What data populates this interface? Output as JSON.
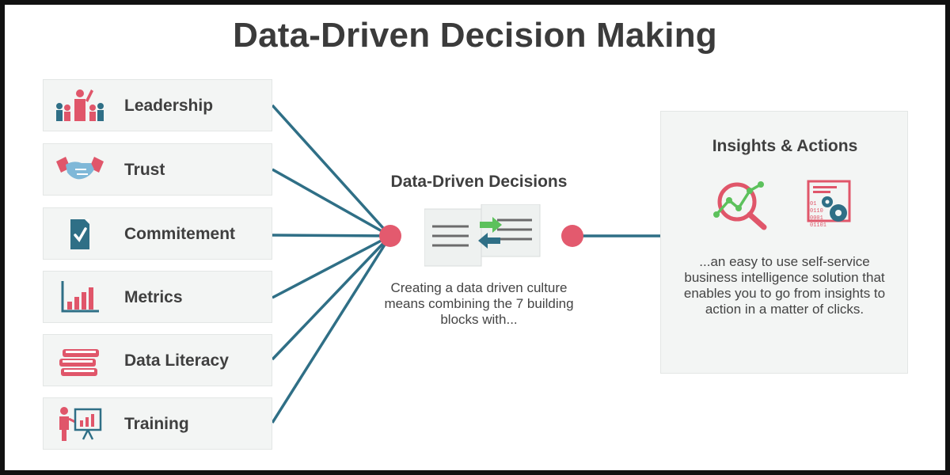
{
  "title": "Data-Driven Decision Making",
  "building_blocks": [
    {
      "label": "Leadership",
      "icon": "leadership-icon"
    },
    {
      "label": "Trust",
      "icon": "handshake-icon"
    },
    {
      "label": "Commitement",
      "icon": "checkmark-document-icon"
    },
    {
      "label": "Metrics",
      "icon": "bar-chart-icon"
    },
    {
      "label": "Data Literacy",
      "icon": "books-icon"
    },
    {
      "label": "Training",
      "icon": "presentation-icon"
    }
  ],
  "center": {
    "title": "Data-Driven Decisions",
    "description": "Creating a data driven culture means combining the 7 building blocks with...",
    "icon": "document-exchange-icon"
  },
  "insights": {
    "title": "Insights & Actions",
    "description": "...an easy to use self-service business intelligence solution that enables you to go from insights to action in a matter of clicks.",
    "icons": [
      "magnifier-chart-icon",
      "data-gears-icon"
    ]
  },
  "colors": {
    "connector": "#2f6f86",
    "node": "#e35a6e",
    "accent_red": "#e0566a",
    "accent_blue": "#2f6f86",
    "accent_green": "#5cc15c",
    "panel_bg": "#f3f5f4"
  }
}
